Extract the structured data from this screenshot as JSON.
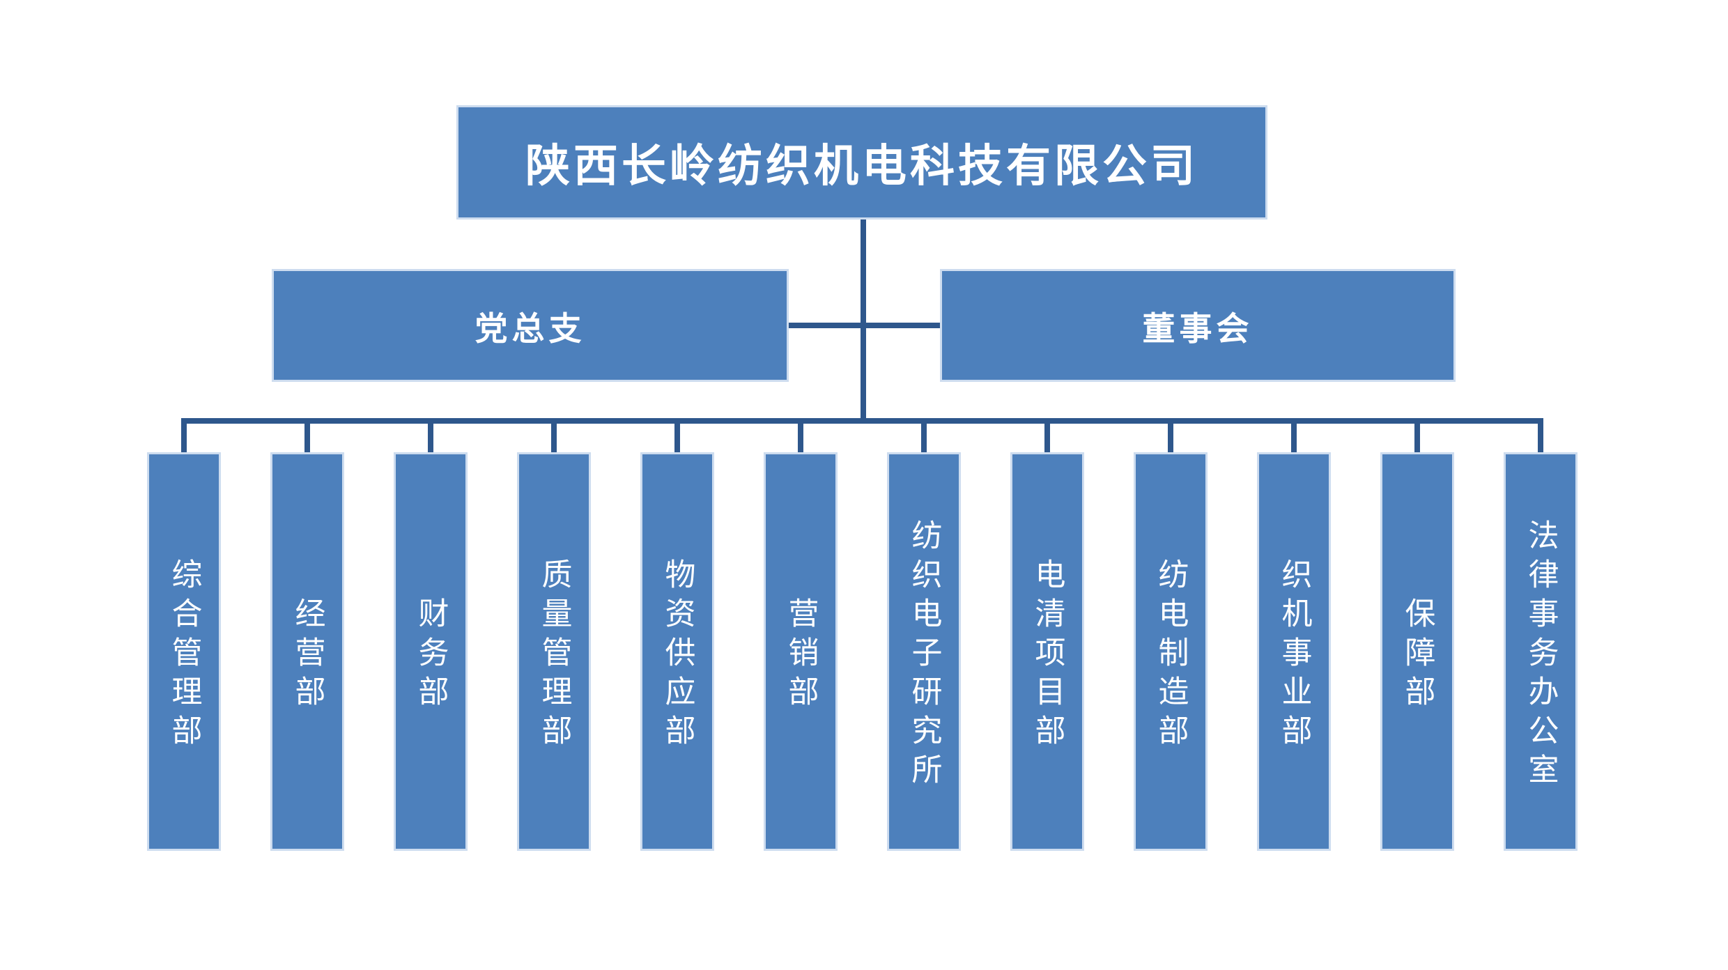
{
  "org": {
    "title": "陕西长岭纺织机电科技有限公司",
    "governance": [
      {
        "label": "党总支"
      },
      {
        "label": "董事会"
      }
    ],
    "departments": [
      "综合管理部",
      "经营部",
      "财务部",
      "质量管理部",
      "物资供应部",
      "营销部",
      "纺织电子研究所",
      "电清项目部",
      "纺电制造部",
      "织机事业部",
      "保障部",
      "法律事务办公室"
    ],
    "colors": {
      "node_fill": "#4D80BC",
      "node_border": "#CDDCEF",
      "connector": "#2E578C",
      "text": "#FFFFFF",
      "background": "#FFFFFF"
    }
  }
}
